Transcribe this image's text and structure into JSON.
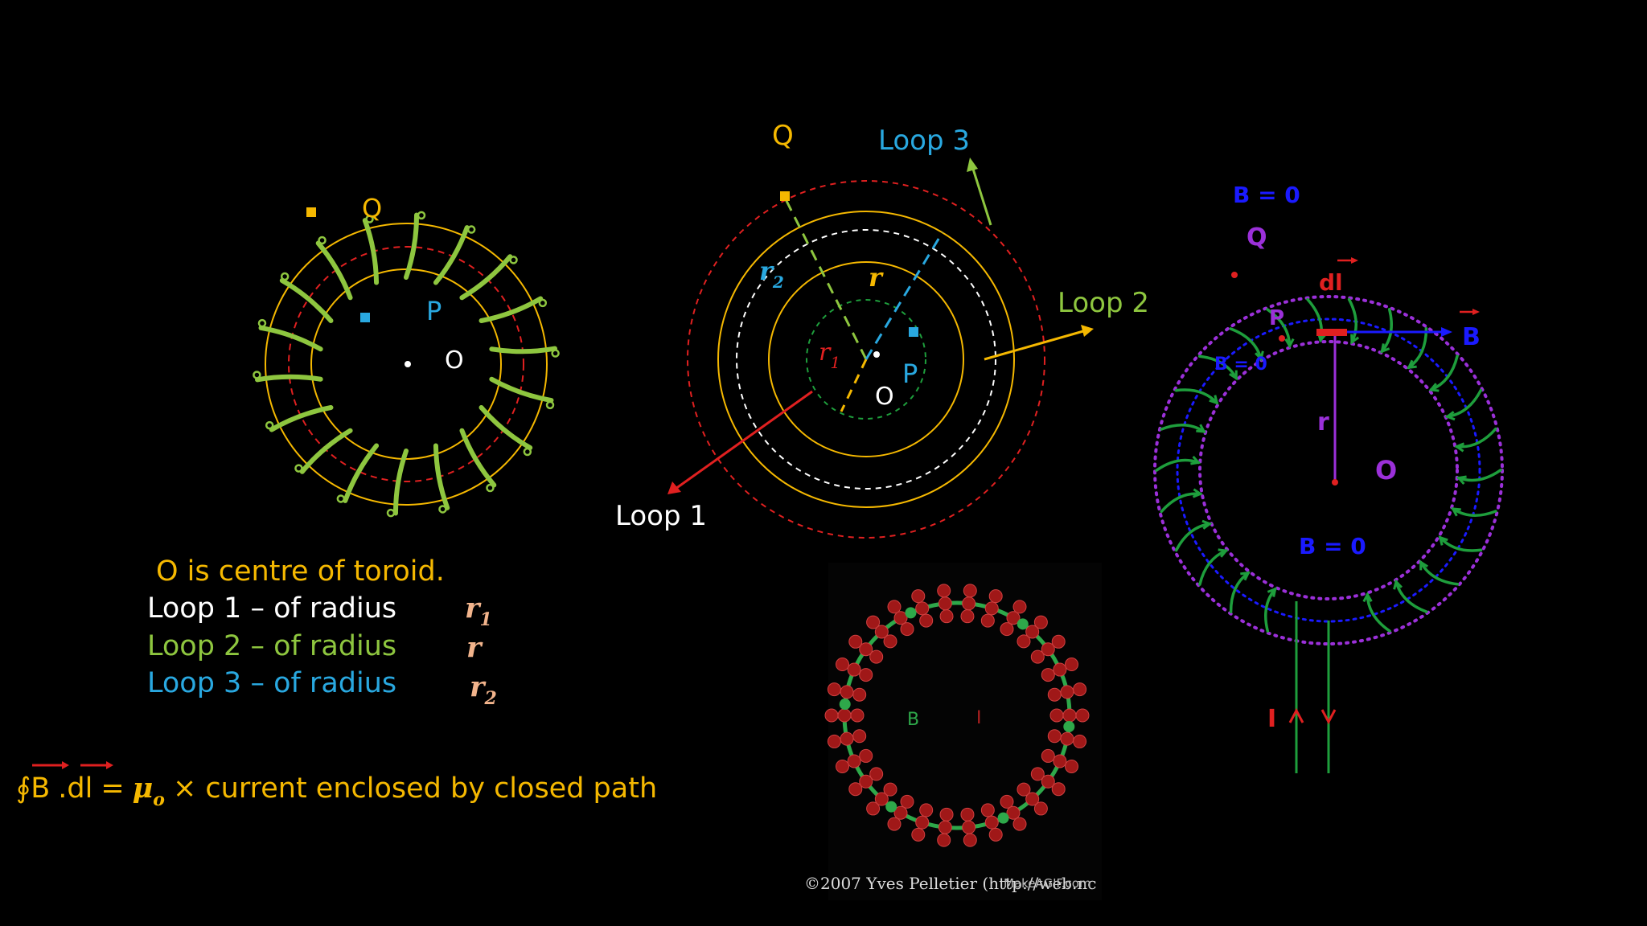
{
  "colors": {
    "background": "#000000",
    "yellow": "#f5b800",
    "green": "#8ec63f",
    "cyan": "#29a8e0",
    "red": "#e02020",
    "white": "#ffffff",
    "peach": "#f2b48c",
    "blue": "#1a1aff",
    "purple": "#9b30d9",
    "dark_green": "#1e9e3c"
  },
  "left_diagram": {
    "label_q": "Q",
    "label_p": "P",
    "label_o": "O"
  },
  "middle_diagram": {
    "label_q": "Q",
    "label_loop3": "Loop 3",
    "label_loop2": "Loop 2",
    "label_loop1": "Loop 1",
    "label_r2": "r",
    "label_r2_sub": "2",
    "label_r": "r",
    "label_r1": "r",
    "label_r1_sub": "1",
    "label_p": "P",
    "label_o": "O"
  },
  "right_diagram": {
    "label_b0_top": "B = 0",
    "label_q": "Q",
    "label_dl": "dl",
    "label_p": "P",
    "label_b": "B",
    "label_b0_inner": "B = 0",
    "label_r": "r",
    "label_o": "O",
    "label_b0_center": "B = 0",
    "label_i": "I"
  },
  "legend": {
    "title": "O is centre of toroid.",
    "loop1_text": "Loop 1 – of radius",
    "loop1_symbol": "r",
    "loop1_sub": "1",
    "loop2_text": "Loop 2 – of radius",
    "loop2_symbol": "r",
    "loop3_text": "Loop 3 – of radius",
    "loop3_symbol": "r",
    "loop3_sub": "2"
  },
  "equation": {
    "integral": "∮B",
    "dl": ".dl",
    "equals": "=",
    "mu": "μ",
    "mu_sub": "o",
    "rest": "× current enclosed by closed path"
  },
  "animation": {
    "label_b": "B",
    "label_i": "I",
    "credit": "©2007 Yves Pelletier (http://web.nc",
    "watermark": "MakeAGIF.com"
  }
}
